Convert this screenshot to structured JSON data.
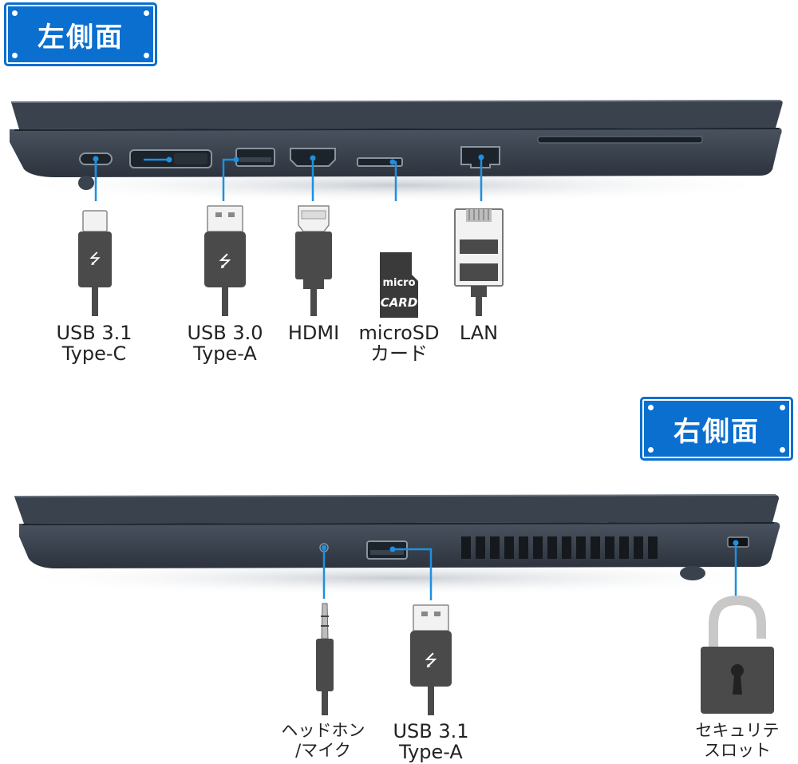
{
  "sections": {
    "left": {
      "title": "左側面"
    },
    "right": {
      "title": "右側面"
    }
  },
  "left_ports": {
    "usbc": {
      "line1": "USB 3.1",
      "line2": "Type-C"
    },
    "usba": {
      "line1": "USB 3.0",
      "line2": "Type-A"
    },
    "hdmi": {
      "line1": "HDMI"
    },
    "sd": {
      "line1": "microSD",
      "line2": "カード",
      "card_text1": "micro",
      "card_text2": "CARD"
    },
    "lan": {
      "line1": "LAN"
    }
  },
  "right_ports": {
    "audio": {
      "line1": "ヘッドホン",
      "line2": "/マイク"
    },
    "usba": {
      "line1": "USB 3.1",
      "line2": "Type-A"
    },
    "lock": {
      "line1": "セキュリテ",
      "line2": "スロット"
    }
  },
  "colors": {
    "accent": "#0a6fcf",
    "laptop": "#3c4450",
    "connector": "#4a4a4a",
    "leader": "#1e90e0"
  },
  "icons": [
    "usb-c-plug-icon",
    "usb-a-plug-icon",
    "hdmi-plug-icon",
    "microsd-card-icon",
    "lan-plug-icon",
    "audio-jack-icon",
    "padlock-icon"
  ]
}
